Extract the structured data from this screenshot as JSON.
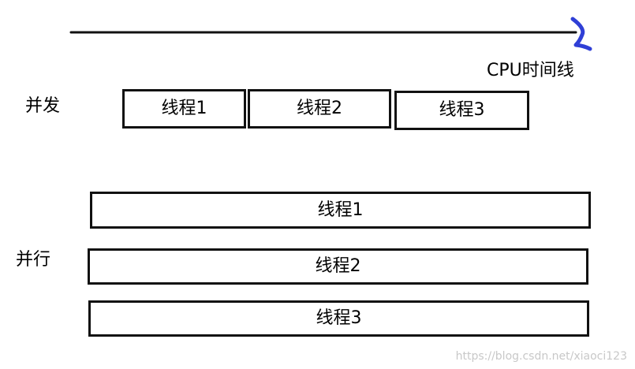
{
  "timeline": {
    "label": "CPU时间线",
    "line_color": "#111111",
    "arrow_color": "#2f3fd6"
  },
  "concurrency": {
    "title": "并发",
    "threads": [
      "线程1",
      "线程2",
      "线程3"
    ]
  },
  "parallel": {
    "title": "并行",
    "threads": [
      "线程1",
      "线程2",
      "线程3"
    ]
  },
  "watermark": {
    "text": "https://blog.csdn.net/xiaoci123"
  }
}
